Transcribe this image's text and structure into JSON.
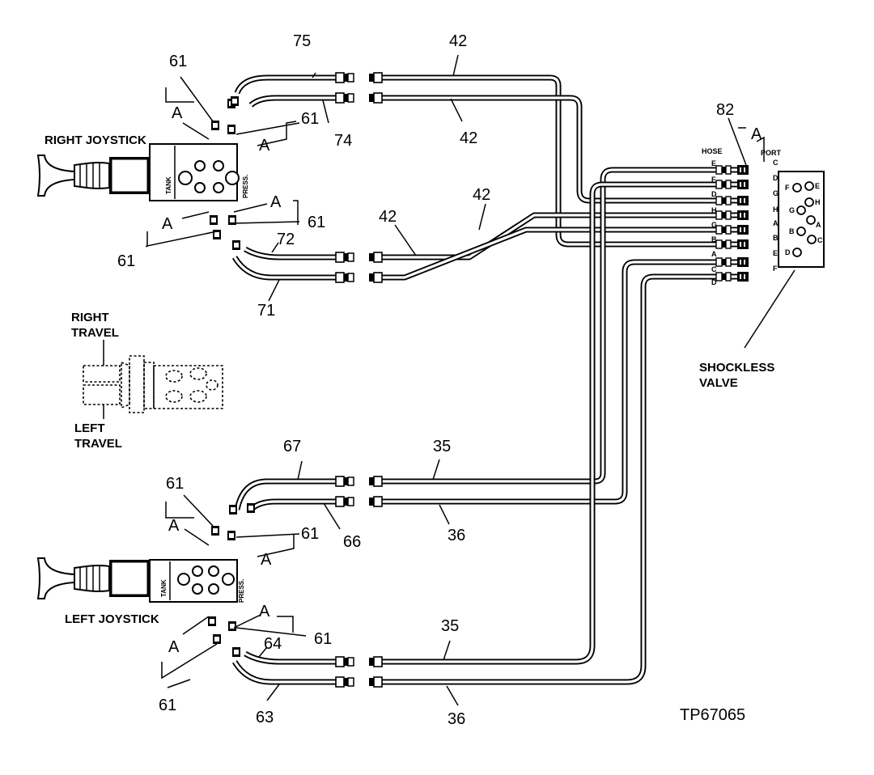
{
  "labels": {
    "right_joystick": "RIGHT JOYSTICK",
    "left_joystick": "LEFT JOYSTICK",
    "right_travel_1": "RIGHT",
    "right_travel_2": "TRAVEL",
    "left_travel_1": "LEFT",
    "left_travel_2": "TRAVEL",
    "shockless_1": "SHOCKLESS",
    "shockless_2": "VALVE",
    "hose": "HOSE",
    "port": "PORT",
    "tank": "TANK",
    "press": "PRESS.",
    "figure_id": "TP67065",
    "detail_a": "A"
  },
  "callouts": {
    "n75": "75",
    "n74": "74",
    "n72": "72",
    "n71": "71",
    "n42": "42",
    "n82": "82",
    "n67": "67",
    "n66": "66",
    "n64": "64",
    "n63": "63",
    "n61": "61",
    "n35": "35",
    "n36": "36"
  },
  "ports": {
    "hose_letters": [
      "E",
      "F",
      "D",
      "H",
      "G",
      "B",
      "A",
      "C",
      "D"
    ],
    "port_letters": [
      "C",
      "D",
      "G",
      "H",
      "A",
      "B",
      "E",
      "F"
    ],
    "valve_ports": [
      "F",
      "E",
      "G",
      "H",
      "A",
      "B",
      "C",
      "D"
    ]
  }
}
